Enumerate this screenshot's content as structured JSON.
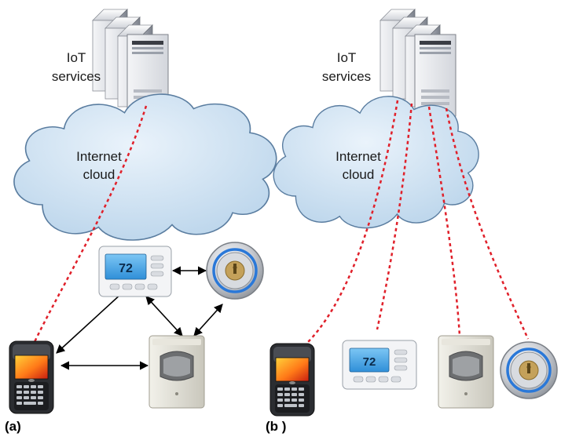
{
  "panels": [
    {
      "id": "a",
      "label": "(a)",
      "services_label": [
        "IoT",
        "services"
      ],
      "cloud_label": [
        "Internet",
        "cloud"
      ]
    },
    {
      "id": "b",
      "label": "(b )",
      "services_label": [
        "IoT",
        "services"
      ],
      "cloud_label": [
        "Internet",
        "cloud"
      ]
    }
  ],
  "devices": {
    "thermostat_reading": "72"
  },
  "colors": {
    "cloud_fill": "#cfe3f2",
    "cloud_stroke": "#5a7da0",
    "link_dashed": "#e0202a",
    "link_arrow": "#000000",
    "server_body": "#e7e8ec",
    "phone_screen": "#ff7a18",
    "thermostat_screen": "#2f8fd8",
    "lock_ring": "#2a78d8"
  },
  "icons": [
    "server-icon",
    "cloud-icon",
    "smartphone-icon",
    "thermostat-icon",
    "motion-sensor-icon",
    "smart-lock-icon"
  ]
}
